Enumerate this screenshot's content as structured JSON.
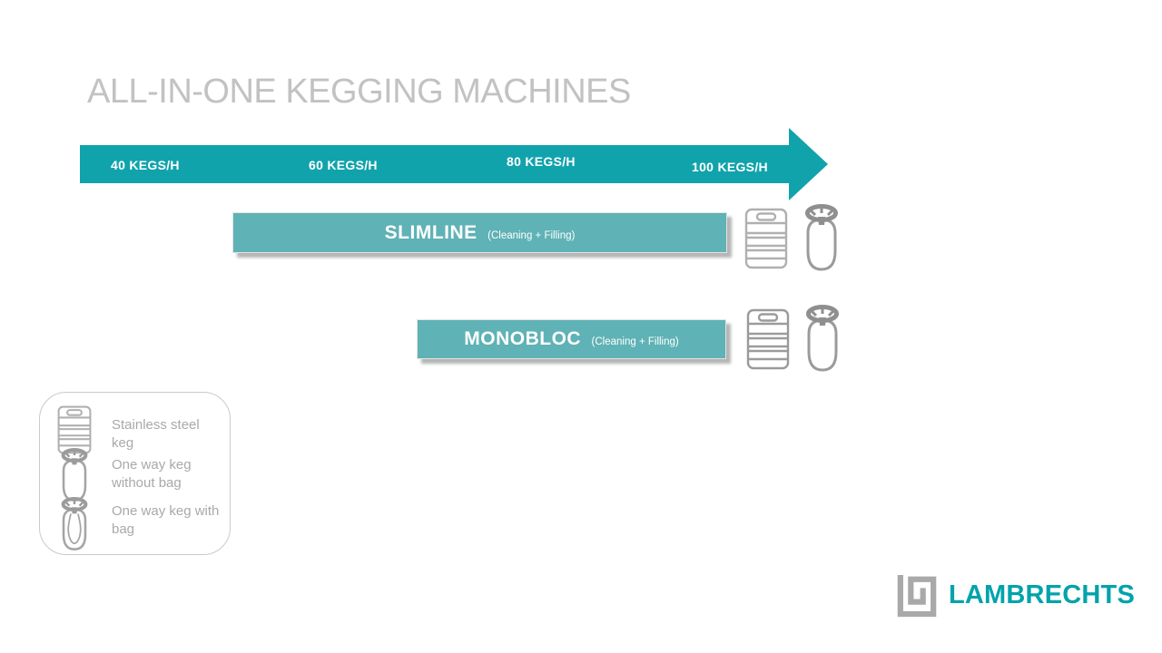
{
  "title": "ALL-IN-ONE KEGGING MACHINES",
  "arrow": {
    "labels": [
      "40 KEGS/H",
      "60 KEGS/H",
      "80 KEGS/H",
      "100 KEGS/H"
    ],
    "color": "#11a3ac",
    "label_color": "#ffffff"
  },
  "machines": [
    {
      "name": "SLIMLINE",
      "subtitle": "(Cleaning + Filling)",
      "row_icons": [
        "stainless-steel-keg-icon",
        "one-way-keg-icon"
      ]
    },
    {
      "name": "MONOBLOC",
      "subtitle": "(Cleaning + Filling)",
      "row_icons": [
        "stainless-steel-keg-icon",
        "one-way-keg-icon"
      ]
    }
  ],
  "legend": {
    "items": [
      {
        "icon": "stainless-steel-keg-icon",
        "label": "Stainless steel keg"
      },
      {
        "icon": "one-way-keg-icon",
        "label": "One way keg without bag"
      },
      {
        "icon": "one-way-keg-with-bag-icon",
        "label": "One way keg with bag"
      }
    ]
  },
  "logo": {
    "text": "LAMBRECHTS",
    "mark": "greek-key-icon",
    "text_color": "#00a3ab",
    "mark_color": "#a9a9a9"
  },
  "colors": {
    "arrow_teal": "#11a3ac",
    "bar_teal": "#5fb2b5",
    "brand_teal": "#00a3ab",
    "title_gray": "#c2c2c2",
    "text_gray": "#a9a9a9",
    "icon_gray": "#b0b0b0"
  }
}
